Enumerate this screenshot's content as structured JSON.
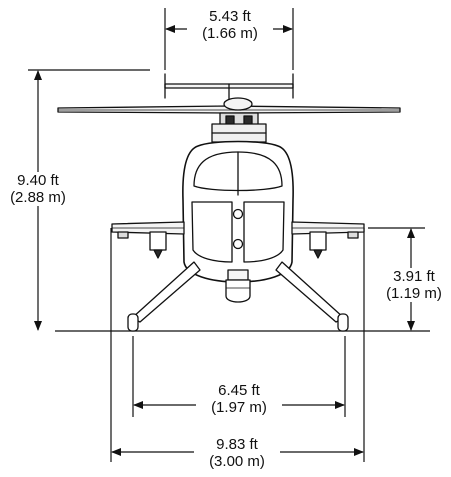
{
  "dimensions": {
    "tail_rotor_span": {
      "imperial": "5.43 ft",
      "metric": "(1.66 m)"
    },
    "overall_height": {
      "imperial": "9.40 ft",
      "metric": "(2.88 m)"
    },
    "wing_height": {
      "imperial": "3.91 ft",
      "metric": "(1.19 m)"
    },
    "skid_track": {
      "imperial": "6.45 ft",
      "metric": "(1.97 m)"
    },
    "overall_width": {
      "imperial": "9.83 ft",
      "metric": "(3.00 m)"
    }
  },
  "colors": {
    "line": "#111111",
    "background": "#ffffff",
    "fill_light": "#f4f4f4",
    "fill_dark": "#2a2a2a"
  }
}
